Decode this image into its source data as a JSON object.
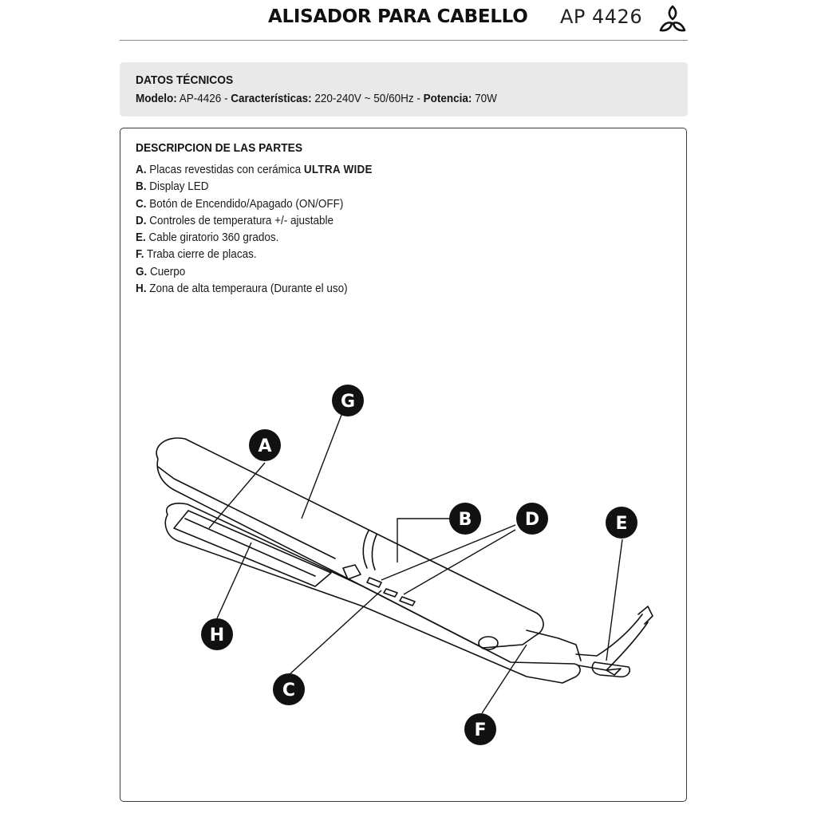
{
  "header": {
    "title": "ALISADOR PARA CABELLO",
    "model": "AP 4426",
    "logo_icon": "trefoil-logo-icon"
  },
  "tech": {
    "title": "DATOS TÉCNICOS",
    "model_label": "Modelo:",
    "model_value": " AP-4426 - ",
    "features_label": "Características:",
    "features_value": " 220-240V ~ 50/60Hz - ",
    "power_label": "Potencia:",
    "power_value": " 70W"
  },
  "parts": {
    "title": "DESCRIPCION DE LAS PARTES",
    "items": [
      {
        "letter": "A.",
        "text": " Placas revestidas con cerámica ",
        "emphasis": "ULTRA WIDE"
      },
      {
        "letter": "B.",
        "text": " Display LED"
      },
      {
        "letter": "C.",
        "text": " Botón de Encendido/Apagado (ON/OFF)"
      },
      {
        "letter": "D.",
        "text": " Controles de temperatura +/- ajustable"
      },
      {
        "letter": "E.",
        "text": " Cable giratorio 360 grados."
      },
      {
        "letter": "F.",
        "text": " Traba cierre de placas."
      },
      {
        "letter": "G.",
        "text": " Cuerpo"
      },
      {
        "letter": "H.",
        "text": " Zona de alta temperaura (Durante el uso)"
      }
    ]
  },
  "diagram": {
    "callouts": {
      "a": "A",
      "b": "B",
      "c": "C",
      "d": "D",
      "e": "E",
      "f": "F",
      "g": "G",
      "h": "H"
    }
  }
}
